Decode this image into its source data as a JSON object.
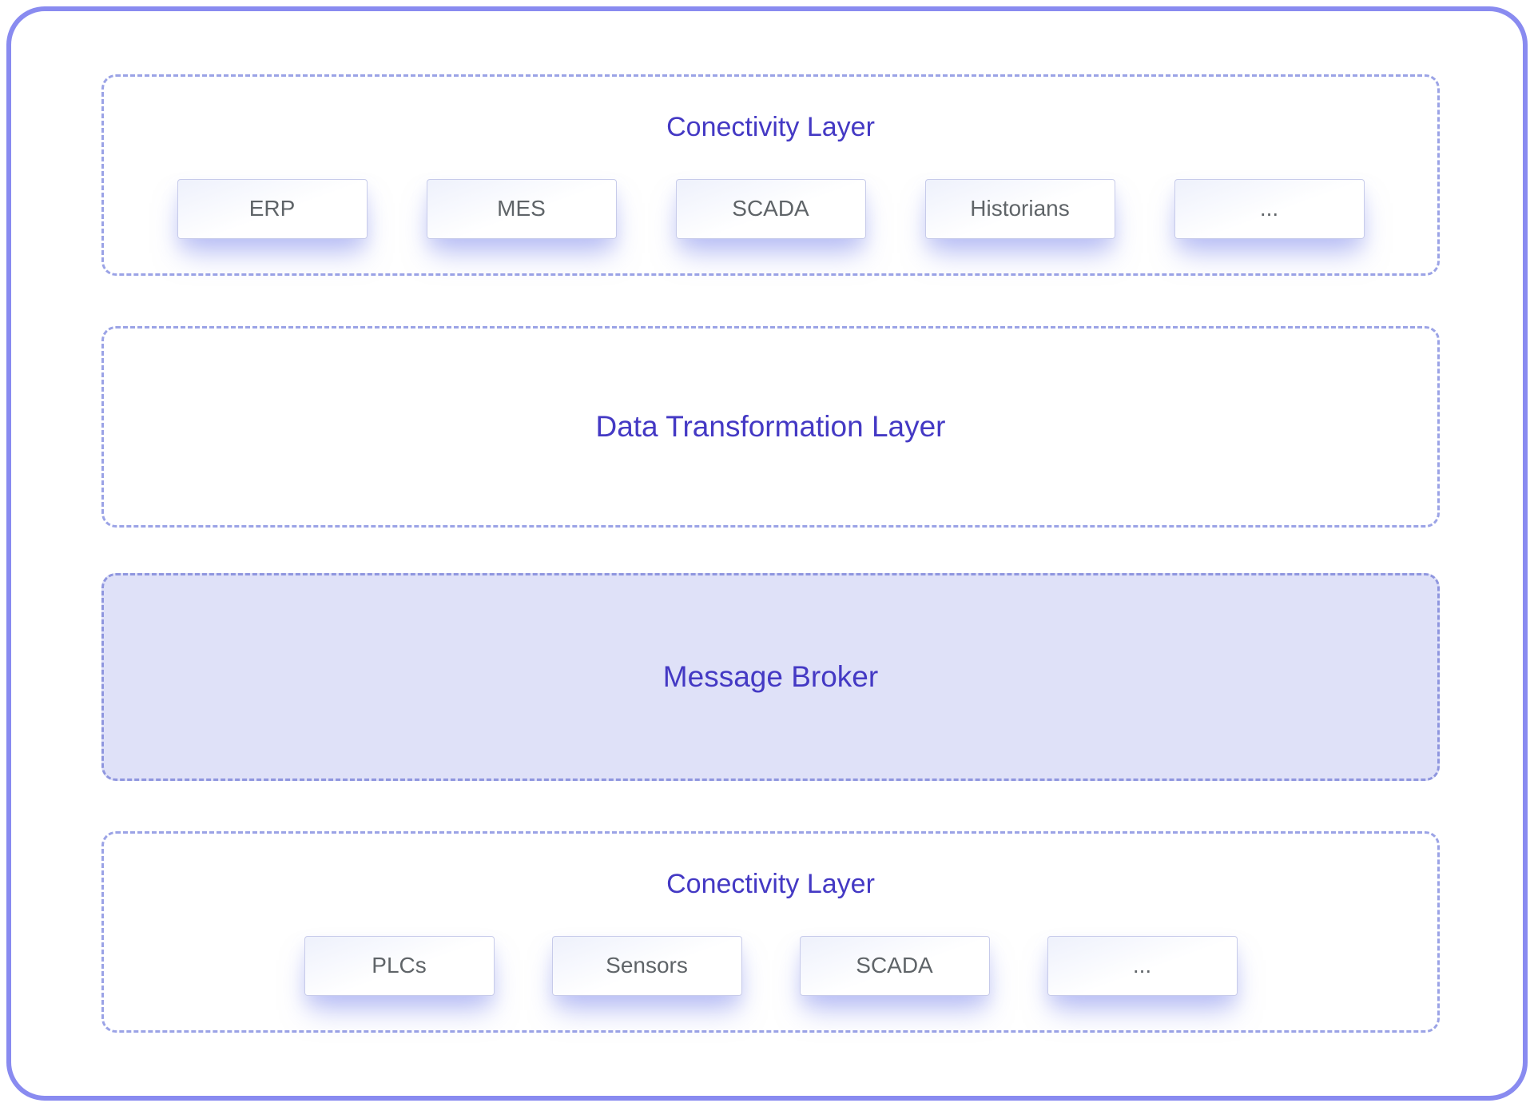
{
  "diagram": {
    "layers": [
      {
        "title": "Conectivity Layer",
        "items": [
          "ERP",
          "MES",
          "SCADA",
          "Historians",
          "..."
        ]
      },
      {
        "title": "Data Transformation Layer",
        "items": []
      },
      {
        "title": "Message Broker",
        "items": [],
        "highlighted": true
      },
      {
        "title": "Conectivity Layer",
        "items": [
          "PLCs",
          "Sensors",
          "SCADA",
          "..."
        ]
      }
    ],
    "colors": {
      "frame_border": "#898bf0",
      "dashed_border": "#9ba3e6",
      "highlight_dashed_border": "#8f96df",
      "title_text": "#4439c4",
      "highlight_fill": "#dfe1f8",
      "chip_border": "#c7cbea",
      "chip_text": "#5f6468",
      "chip_glow": "#8690ee"
    }
  }
}
